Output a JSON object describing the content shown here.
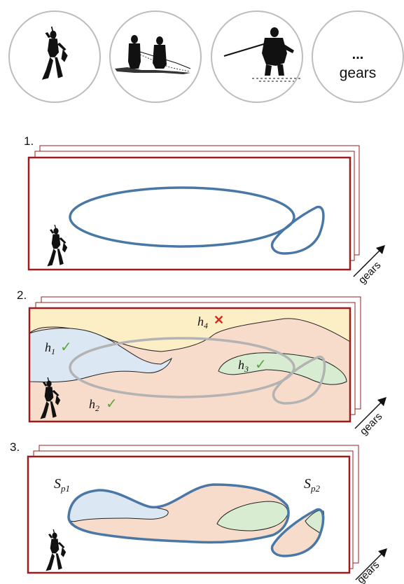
{
  "gear_icons": [
    {
      "icon": "spearfisher-icon"
    },
    {
      "icon": "net-fishers-icon"
    },
    {
      "icon": "line-fisher-icon"
    },
    {
      "icon": "more-gears",
      "ellipsis": "...",
      "label": "gears"
    }
  ],
  "steps": [
    {
      "number": "1.",
      "axis_label": "gears"
    },
    {
      "number": "2.",
      "axis_label": "gears",
      "habitats": [
        {
          "name": "h",
          "sub": "1",
          "mark": "✓"
        },
        {
          "name": "h",
          "sub": "2",
          "mark": "✓"
        },
        {
          "name": "h",
          "sub": "3",
          "mark": "✓"
        },
        {
          "name": "h",
          "sub": "4",
          "mark": "✕"
        }
      ]
    },
    {
      "number": "3.",
      "axis_label": "gears",
      "patches": [
        {
          "name": "S",
          "sub": "p1"
        },
        {
          "name": "S",
          "sub": "p2"
        }
      ]
    }
  ],
  "colors": {
    "frame": "#9b1c1c",
    "range_outline": "#4a78a6",
    "check": "#5aa640",
    "cross": "#e0261b",
    "habitat_1": "#dbe7f3",
    "habitat_2": "#f8dccb",
    "habitat_3": "#d7ecd1",
    "habitat_4": "#fdefc5"
  }
}
